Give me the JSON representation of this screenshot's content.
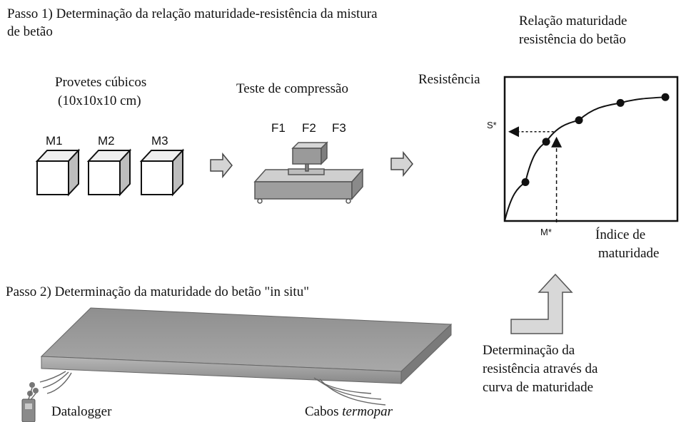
{
  "step1": {
    "title_line1": "Passo 1) Determinação da relação maturidade-resistência da mistura",
    "title_line2": "de betão"
  },
  "specimens": {
    "label_line1": "Provetes cúbicos",
    "label_line2": "(10x10x10 cm)",
    "items": [
      "M1",
      "M2",
      "M3"
    ]
  },
  "compression": {
    "label": "Teste de compressão",
    "forces": [
      "F1",
      "F2",
      "F3"
    ]
  },
  "relation": {
    "title_line1": "Relação maturidade",
    "title_line2": "resistência do betão",
    "y_label": "Resistência",
    "x_label_line1": "Índice de",
    "x_label_line2": "maturidade",
    "s_marker": "S*",
    "m_marker": "M*"
  },
  "chart_data": {
    "type": "line",
    "x_label": "Índice de maturidade",
    "y_label": "Resistência",
    "points": [
      {
        "x": 0.12,
        "y": 0.27
      },
      {
        "x": 0.24,
        "y": 0.55
      },
      {
        "x": 0.43,
        "y": 0.7
      },
      {
        "x": 0.67,
        "y": 0.82
      },
      {
        "x": 0.93,
        "y": 0.86
      }
    ],
    "annotation": {
      "x": "M*",
      "y": "S*"
    }
  },
  "step2": {
    "title": "Passo 2) Determinação da maturidade do betão \"in situ\""
  },
  "field": {
    "datalogger": "Datalogger",
    "cables_prefix": "Cabos ",
    "cables_italic": "termopar"
  },
  "determination": {
    "line1": "Determinação da",
    "line2": "resistência através da",
    "line3": "curva de maturidade"
  },
  "colors": {
    "ink": "#111111",
    "gray_fill": "#a9a9a9",
    "light_gray": "#d8d8d8",
    "arrow_fill": "#cfcfcf"
  }
}
